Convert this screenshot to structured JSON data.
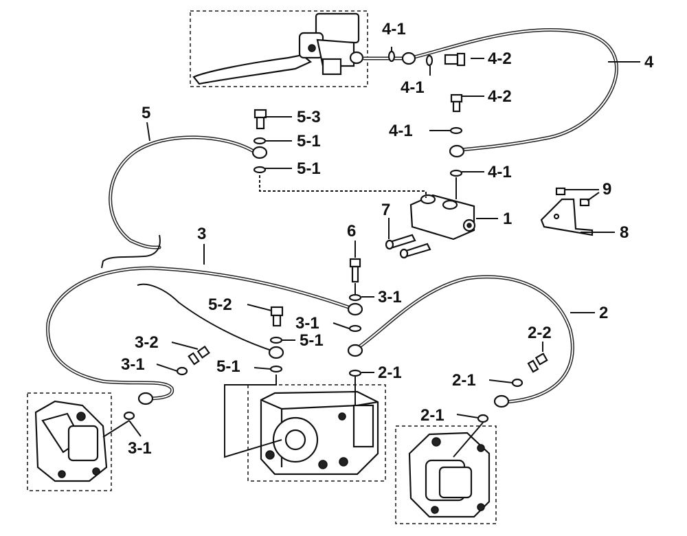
{
  "labels": {
    "l1": "1",
    "l2": "2",
    "l2_1a": "2-1",
    "l2_1b": "2-1",
    "l2_1c": "2-1",
    "l2_2": "2-2",
    "l3": "3",
    "l3_1a": "3-1",
    "l3_1b": "3-1",
    "l3_1c": "3-1",
    "l3_1d": "3-1",
    "l3_2": "3-2",
    "l4": "4",
    "l4_1a": "4-1",
    "l4_1b": "4-1",
    "l4_1c": "4-1",
    "l4_1d": "4-1",
    "l4_2a": "4-2",
    "l4_2b": "4-2",
    "l5": "5",
    "l5_1a": "5-1",
    "l5_1b": "5-1",
    "l5_1c": "5-1",
    "l5_1d": "5-1",
    "l5_2": "5-2",
    "l5_3": "5-3",
    "l6": "6",
    "l7": "7",
    "l8": "8",
    "l9": "9"
  }
}
